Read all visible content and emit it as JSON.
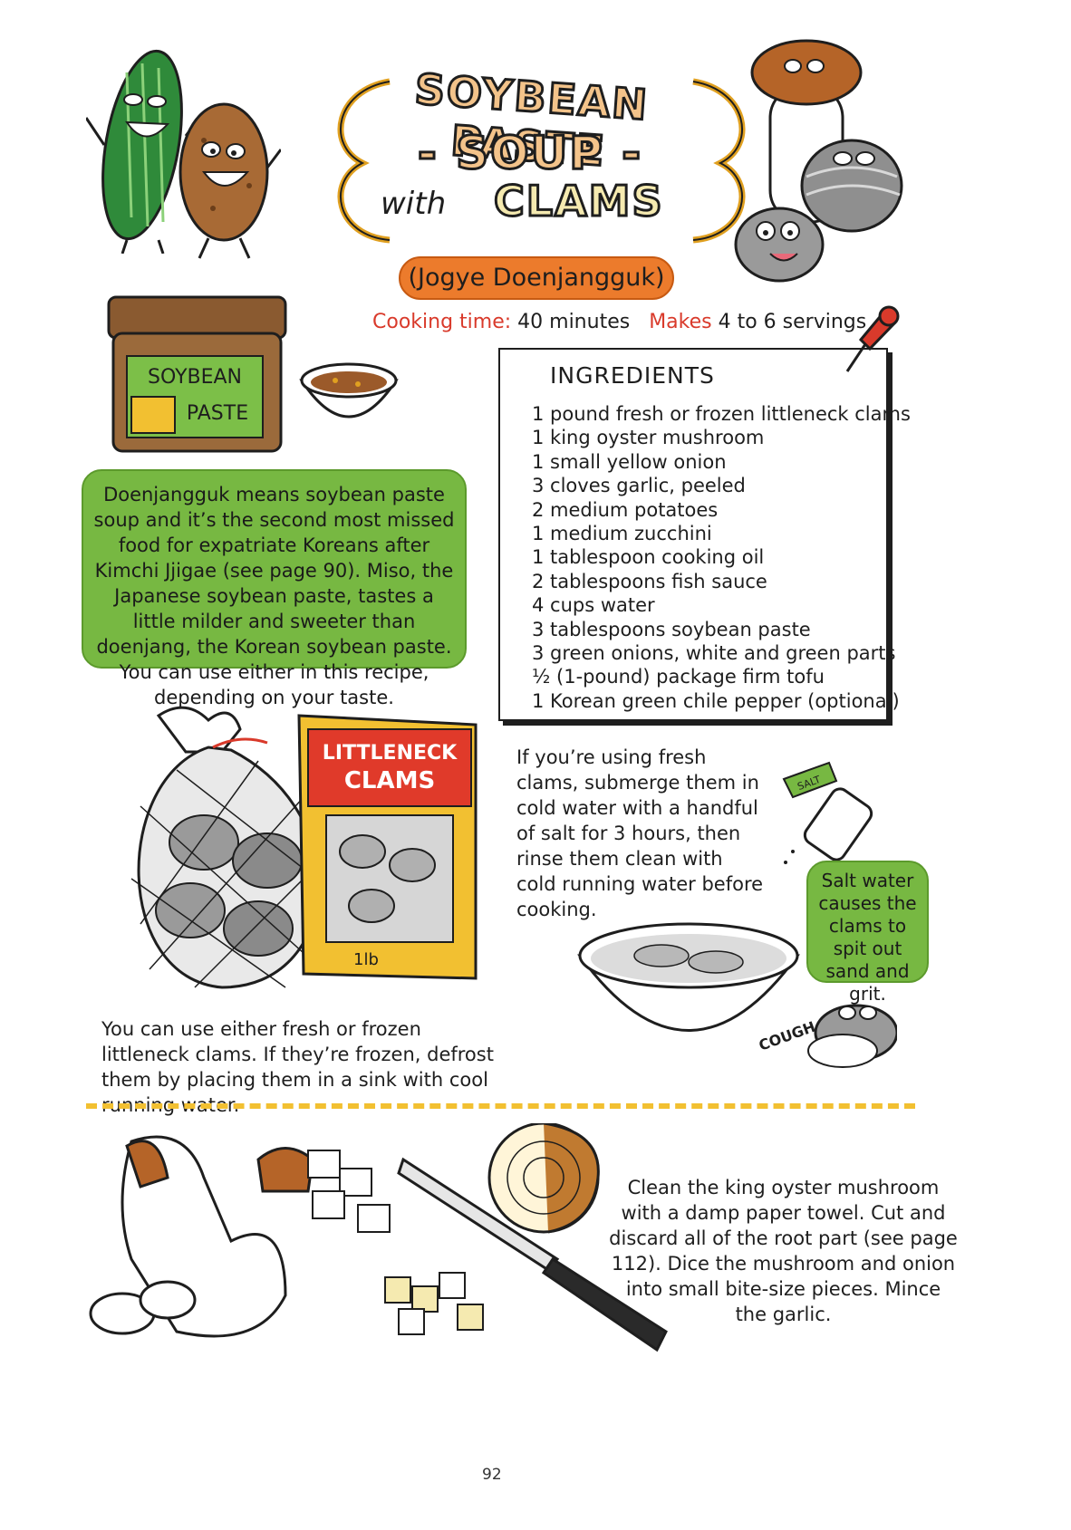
{
  "title": {
    "line1": "SOYBEAN PASTE",
    "line2": "- SOUP -",
    "with": "with",
    "clams": "CLAMS",
    "korean_name": "(Jogye Doenjangguk)"
  },
  "meta": {
    "cooking_label": "Cooking time:",
    "cooking_value": "40 minutes",
    "makes_label": "Makes",
    "makes_value": "4 to 6 servings"
  },
  "illustration_labels": {
    "jar": "SOYBEAN PASTE",
    "jar_line1": "SOYBEAN",
    "jar_line2": "PASTE",
    "bag_line1": "LITTLENECK",
    "bag_line2": "CLAMS",
    "bag_weight": "1lb",
    "salt": "SALT",
    "cough": "COUGH"
  },
  "intro_blurb": "Doenjangguk means soybean paste soup and it’s the second most missed food for expatriate Koreans after Kimchi Jjigae (see page 90). Miso, the Japanese soybean paste, tastes a little milder and sweeter than doenjang, the Korean soybean paste. You can use either in this recipe, depending on your taste.",
  "ingredients": {
    "heading": "INGREDIENTS",
    "items": [
      "1 pound fresh or frozen littleneck clams",
      "1 king oyster mushroom",
      "1 small yellow onion",
      "3 cloves garlic, peeled",
      "2 medium potatoes",
      "1 medium zucchini",
      "1 tablespoon cooking oil",
      "2 tablespoons fish sauce",
      "4 cups water",
      "3 tablespoons soybean paste",
      "3 green onions, white and green parts",
      "½ (1-pound) package firm tofu",
      "1 Korean green chile pepper (optional)"
    ]
  },
  "fresh_clams_note": "If you’re using fresh clams, submerge them in cold water with a handful of salt for 3 hours, then rinse them clean with cold running water before cooking.",
  "salt_water_note": "Salt water causes the clams to spit out sand and grit.",
  "frozen_note": "You can use either fresh or frozen littleneck clams. If they’re frozen, defrost them by placing them in a sink with cool running water.",
  "mushroom_note": "Clean the king oyster mushroom with a damp paper towel. Cut and discard all of the root part (see page 112). Dice the mushroom and onion into small bite-size pieces. Mince the garlic.",
  "page_number": "92",
  "colors": {
    "orange": "#ec7b2c",
    "green": "#77b842",
    "red": "#d93a2b",
    "yellow": "#f2c031"
  }
}
